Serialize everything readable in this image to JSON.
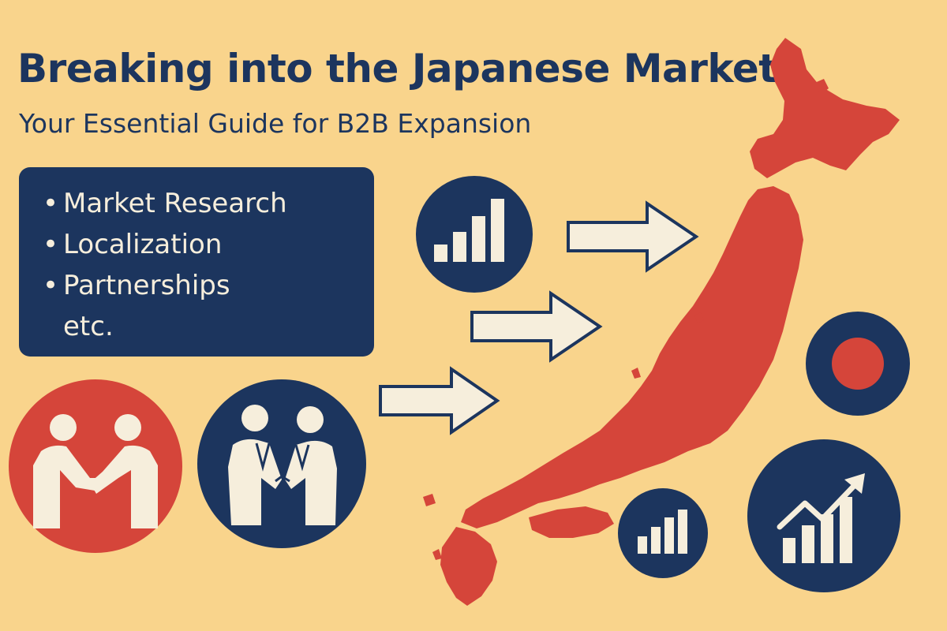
{
  "header": {
    "title": "Breaking into the Japanese Market",
    "subtitle": "Your Essential Guide for B2B Expansion"
  },
  "bullets": {
    "items": [
      {
        "label": "Market Research",
        "dot": "•"
      },
      {
        "label": "Localization",
        "dot": "•"
      },
      {
        "label": "Partnerships",
        "dot": "•"
      },
      {
        "label": "etc.",
        "dot": ""
      }
    ]
  },
  "colors": {
    "background": "#F9D48C",
    "navy": "#1C355E",
    "red": "#D5453A",
    "cream": "#F6EEDC"
  },
  "icons": [
    "bar-chart-icon",
    "handshake-icon",
    "business-handshake-icon",
    "japan-flag-icon",
    "growth-chart-icon",
    "arrow-right-icon",
    "japan-map"
  ]
}
